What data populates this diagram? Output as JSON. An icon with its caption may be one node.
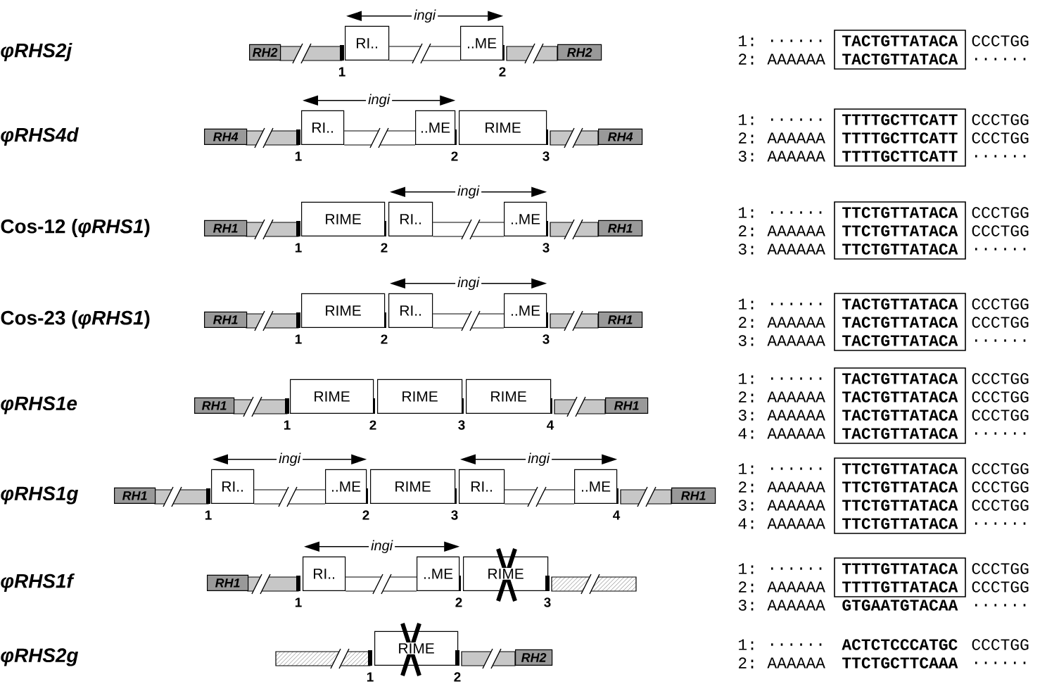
{
  "diagram": {
    "nodes": [
      {
        "text": [
          "RH2"
        ]
      },
      {
        "text": [
          "RI.."
        ]
      },
      {
        "text": [
          "..ME"
        ]
      },
      {
        "text": [
          "RH2"
        ]
      },
      {
        "text": [
          "RH4"
        ]
      },
      {
        "text": [
          "RI.."
        ]
      },
      {
        "text": [
          "..ME"
        ]
      },
      {
        "text": [
          "RIME"
        ]
      },
      {
        "text": [
          "RH4"
        ]
      },
      {
        "text": [
          "RH1"
        ]
      },
      {
        "text": [
          "RIME"
        ]
      },
      {
        "text": [
          "RI.."
        ]
      },
      {
        "text": [
          "..ME"
        ]
      },
      {
        "text": [
          "RH1"
        ]
      },
      {
        "text": [
          "RH1"
        ]
      },
      {
        "text": [
          "RIME"
        ]
      },
      {
        "text": [
          "RI.."
        ]
      },
      {
        "text": [
          "..ME"
        ]
      },
      {
        "text": [
          "RH1"
        ]
      },
      {
        "text": [
          "RH1"
        ]
      },
      {
        "text": [
          "RIME"
        ]
      },
      {
        "text": [
          "RIME"
        ]
      },
      {
        "text": [
          "RIME"
        ]
      },
      {
        "text": [
          "RH1"
        ]
      },
      {
        "text": [
          "RH1"
        ]
      },
      {
        "text": [
          "RI.."
        ]
      },
      {
        "text": [
          "..ME"
        ]
      },
      {
        "text": [
          "RIME"
        ]
      },
      {
        "text": [
          "RI.."
        ]
      },
      {
        "text": [
          "..ME"
        ]
      },
      {
        "text": [
          "RH1"
        ]
      },
      {
        "text": [
          "RH1"
        ]
      },
      {
        "text": [
          "RI.."
        ]
      },
      {
        "text": [
          "..ME"
        ]
      },
      {
        "text": [
          "RIME"
        ]
      },
      {
        "text": [
          "RIME"
        ]
      },
      {
        "text": [
          "RH2"
        ]
      }
    ],
    "edges": [
      {
        "from": 1,
        "to": 2,
        "arrow": "both",
        "label": "ingi"
      },
      {
        "from": 1,
        "to": 2,
        "arrow": "none"
      },
      {
        "from": 5,
        "to": 6,
        "arrow": "both",
        "label": "ingi"
      },
      {
        "from": 5,
        "to": 6,
        "arrow": "none"
      },
      {
        "from": 11,
        "to": 12,
        "arrow": "both",
        "label": "ingi"
      },
      {
        "from": 11,
        "to": 12,
        "arrow": "none"
      },
      {
        "from": 16,
        "to": 17,
        "arrow": "both",
        "label": "ingi"
      },
      {
        "from": 16,
        "to": 17,
        "arrow": "none"
      },
      {
        "from": 25,
        "to": 26,
        "arrow": "both",
        "label": "ingi"
      },
      {
        "from": 25,
        "to": 26,
        "arrow": "none"
      },
      {
        "from": 28,
        "to": 29,
        "arrow": "both",
        "label": "ingi"
      },
      {
        "from": 28,
        "to": 29,
        "arrow": "none"
      },
      {
        "from": 32,
        "to": 33,
        "arrow": "both",
        "label": "ingi"
      },
      {
        "from": 32,
        "to": 33,
        "arrow": "none"
      }
    ],
    "labels": [
      "φRHS2j",
      "1",
      "2",
      "1:",
      "......",
      "TACTGTTATACA",
      "CCCTGG",
      "2:",
      "AAAAAA",
      "TACTGTTATACA",
      "......",
      "φRHS4d",
      "1",
      "2",
      "3",
      "1:",
      "......",
      "TTTTGCTTCATT",
      "CCCTGG",
      "2:",
      "AAAAAA",
      "TTTTGCTTCATT",
      "CCCTGG",
      "3:",
      "AAAAAA",
      "TTTTGCTTCATT",
      "......",
      "Cos-12 (*φRHS1*)",
      "1",
      "2",
      "3",
      "1:",
      "......",
      "TTCTGTTATACA",
      "CCCTGG",
      "2:",
      "AAAAAA",
      "TTCTGTTATACA",
      "CCCTGG",
      "3:",
      "AAAAAA",
      "TTCTGTTATACA",
      "......",
      "Cos-23 (*φRHS1*)",
      "1",
      "2",
      "3",
      "1:",
      "......",
      "TACTGTTATACA",
      "CCCTGG",
      "2:",
      "AAAAAA",
      "TACTGTTATACA",
      "CCCTGG",
      "3:",
      "AAAAAA",
      "TACTGTTATACA",
      "......",
      "φRHS1e",
      "1",
      "2",
      "3",
      "4",
      "1:",
      "......",
      "TACTGTTATACA",
      "CCCTGG",
      "2:",
      "AAAAAA",
      "TACTGTTATACA",
      "CCCTGG",
      "3:",
      "AAAAAA",
      "TACTGTTATACA",
      "CCCTGG",
      "4:",
      "AAAAAA",
      "TACTGTTATACA",
      "......",
      "φRHS1g",
      "1",
      "2",
      "3",
      "4",
      "1:",
      "......",
      "TTCTGTTATACA",
      "CCCTGG",
      "2:",
      "AAAAAA",
      "TTCTGTTATACA",
      "CCCTGG",
      "3:",
      "AAAAAA",
      "TTCTGTTATACA",
      "CCCTGG",
      "4:",
      "AAAAAA",
      "TTCTGTTATACA",
      "......",
      "φRHS1f",
      "1",
      "2",
      "3",
      "1:",
      "......",
      "TTTTGTTATACA",
      "CCCTGG",
      "2:",
      "AAAAAA",
      "TTTTGTTATACA",
      "CCCTGG",
      "3:",
      "AAAAAA",
      "GTGAATGTACAA",
      "......",
      "φRHS2g",
      "1",
      "2",
      "1:",
      "......",
      "ACTCTCCCATGC",
      "CCCTGG",
      "2:",
      "AAAAAA",
      "TTCTGCTTCAAA",
      "......"
    ]
  }
}
